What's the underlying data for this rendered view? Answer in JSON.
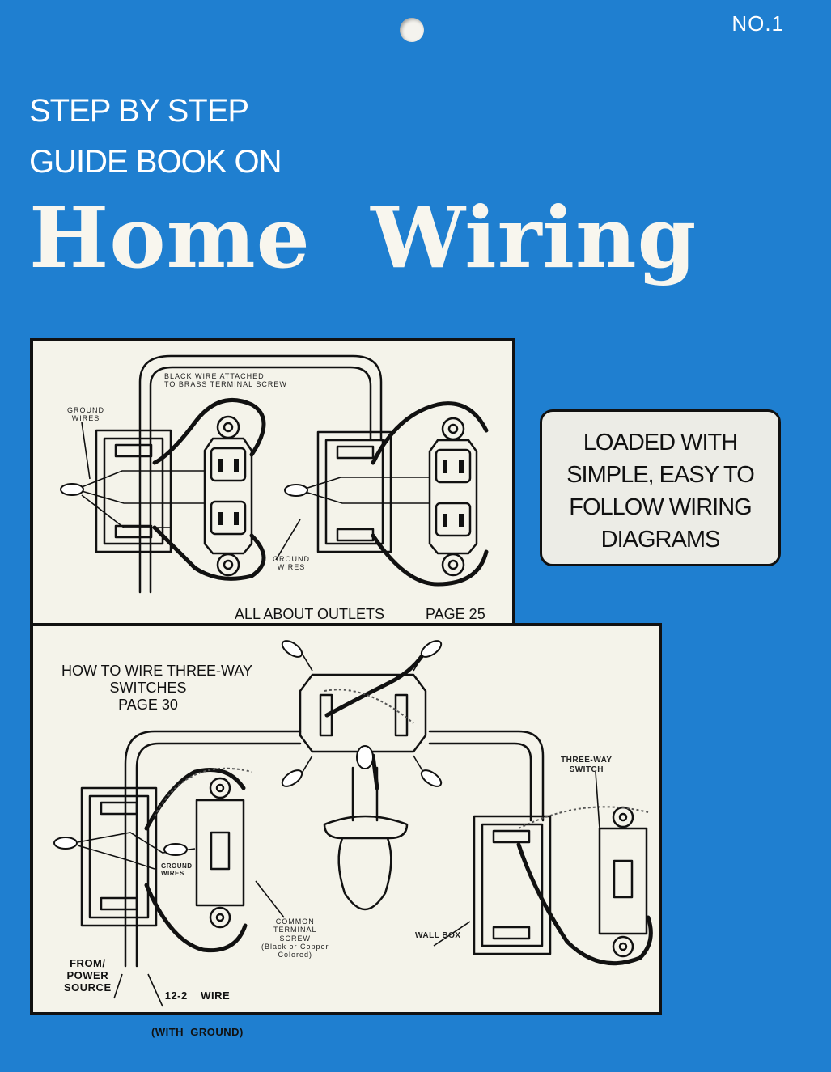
{
  "cover": {
    "issue_number": "NO.1",
    "headline_line1": "STEP BY STEP",
    "headline_line2": "GUIDE BOOK ON",
    "title": "Home  Wiring",
    "colors": {
      "background": "#1f7fd0",
      "panel": "#f4f3ea",
      "text_light": "#ffffff"
    }
  },
  "outlets_panel": {
    "label_black_wire": [
      "BLACK WIRE ATTACHED",
      "TO BRASS TERMINAL SCREW"
    ],
    "label_ground_left": [
      "GROUND",
      "WIRES"
    ],
    "label_ground_right": [
      "GROUND",
      "WIRES"
    ],
    "caption": "ALL ABOUT OUTLETS",
    "caption_page": "PAGE 25"
  },
  "promo": {
    "lines": [
      "LOADED WITH",
      "SIMPLE, EASY TO",
      "FOLLOW WIRING",
      "DIAGRAMS"
    ]
  },
  "switches_panel": {
    "caption_lines": [
      "HOW TO WIRE THREE-WAY",
      "SWITCHES",
      "PAGE 30"
    ],
    "label_three_way": [
      "THREE-WAY",
      "SWITCH"
    ],
    "label_ground": [
      "GROUND",
      "WIRES"
    ],
    "label_common": [
      "COMMON",
      "TERMINAL",
      "SCREW",
      "(Black  or  Copper",
      "Colored)"
    ],
    "label_wall_box": "WALL  BOX",
    "label_source": [
      "FROM/",
      "POWER",
      "SOURCE"
    ],
    "label_wire": [
      "12-2    WIRE",
      "(WITH  GROUND)"
    ]
  }
}
